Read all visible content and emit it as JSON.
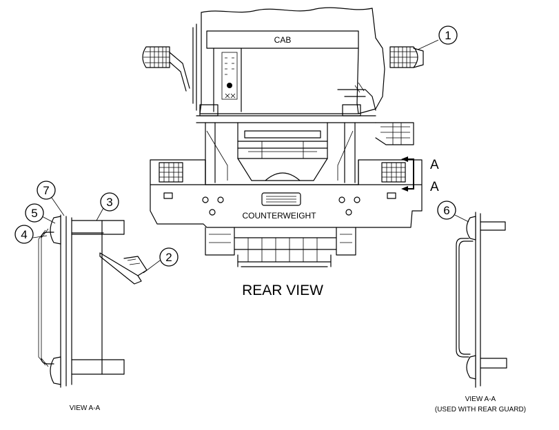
{
  "labels": {
    "cab": "CAB",
    "counterweight": "COUNTERWEIGHT",
    "rear_view": "REAR VIEW",
    "section_top": "A",
    "section_bottom": "A",
    "view_left": "VIEW A-A",
    "view_right_line1": "VIEW A-A",
    "view_right_line2": "(USED WITH REAR GUARD)"
  },
  "callouts": [
    "1",
    "2",
    "3",
    "4",
    "5",
    "6",
    "7"
  ],
  "colors": {
    "line": "#000000",
    "background": "#ffffff"
  }
}
